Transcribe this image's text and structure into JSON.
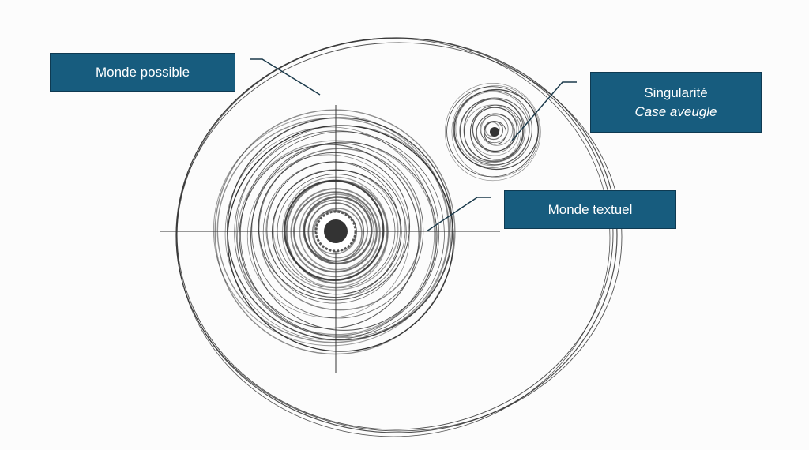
{
  "labels": {
    "possible_world": "Monde possible",
    "singularity": "Singularité",
    "blind_spot": "Case aveugle",
    "textual_world": "Monde textuel"
  },
  "colors": {
    "box_fill": "#175c7e",
    "box_border": "#0e3a52",
    "leader_line": "#1b3a4b",
    "sketch_line": "#333333"
  }
}
